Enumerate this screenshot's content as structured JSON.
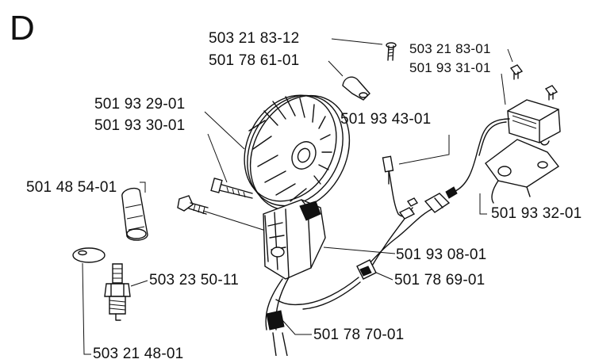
{
  "diagram": {
    "section_letter": "D",
    "labels": {
      "p503218312": "503 21 83-12",
      "p501786101": "501 78 61-01",
      "p503218301": "503 21 83-01",
      "p501933101": "501 93 31-01",
      "p501932901": "501 93 29-01",
      "p501933001": "501 93 30-01",
      "p501934301": "501 93 43-01",
      "p501485401": "501 48 54-01",
      "p501933201": "501 93 32-01",
      "p501930801": "501 93 08-01",
      "p503235011": "503 23 50-11",
      "p501786901": "501 78 69-01",
      "p501787001": "501 78 70-01",
      "p503214801": "503 21 48-01"
    },
    "parts": [
      {
        "name": "flywheel",
        "icon": "flywheel-icon"
      },
      {
        "name": "ignition-coil",
        "icon": "ignition-coil-icon"
      },
      {
        "name": "spark-plug",
        "icon": "spark-plug-icon"
      },
      {
        "name": "spark-plug-boot",
        "icon": "spark-plug-boot-icon"
      },
      {
        "name": "control-module",
        "icon": "control-module-icon"
      },
      {
        "name": "module-bracket",
        "icon": "bracket-icon"
      },
      {
        "name": "cable-clamp",
        "icon": "clamp-icon"
      },
      {
        "name": "screws",
        "icon": "screw-icon"
      },
      {
        "name": "washer",
        "icon": "washer-icon"
      },
      {
        "name": "connectors",
        "icon": "connector-icon"
      }
    ]
  }
}
